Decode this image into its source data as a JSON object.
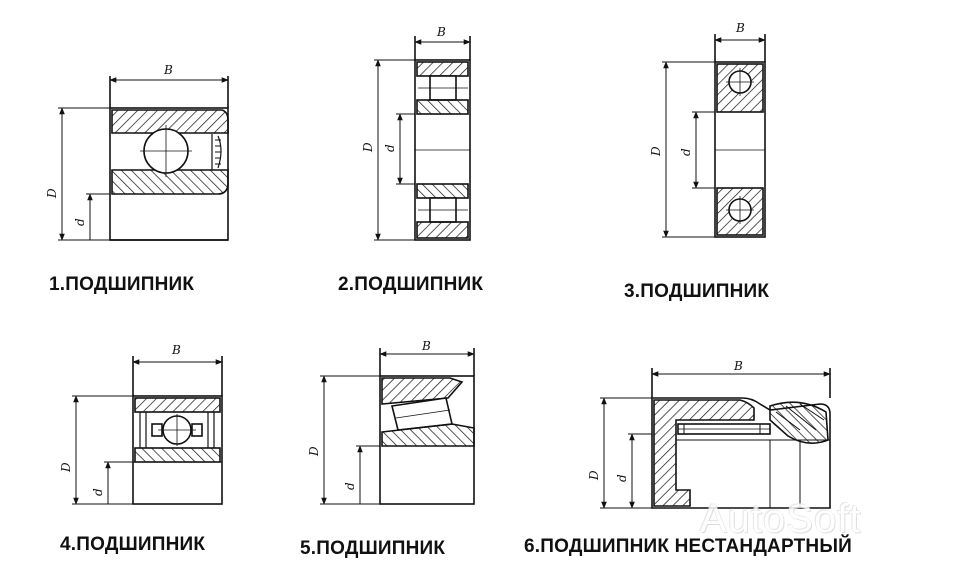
{
  "diagrams": [
    {
      "caption": "1.ПОДШИПНИК",
      "dims": {
        "width": "B",
        "outer": "D",
        "inner": "d"
      }
    },
    {
      "caption": "2.ПОДШИПНИК",
      "dims": {
        "width": "B",
        "outer": "D",
        "inner": "d"
      }
    },
    {
      "caption": "3.ПОДШИПНИК",
      "dims": {
        "width": "B",
        "outer": "D",
        "inner": "d"
      }
    },
    {
      "caption": "4.ПОДШИПНИК",
      "dims": {
        "width": "B",
        "outer": "D",
        "inner": "d"
      }
    },
    {
      "caption": "5.ПОДШИПНИК",
      "dims": {
        "width": "B",
        "outer": "D",
        "inner": "d"
      }
    },
    {
      "caption": "6.ПОДШИПНИК НЕСТАНДАРТНЫЙ",
      "dims": {
        "width": "B",
        "outer": "D",
        "inner": "d"
      }
    }
  ],
  "watermark": "AutoSoft",
  "colors": {
    "line": "#111111",
    "background": "#ffffff"
  }
}
